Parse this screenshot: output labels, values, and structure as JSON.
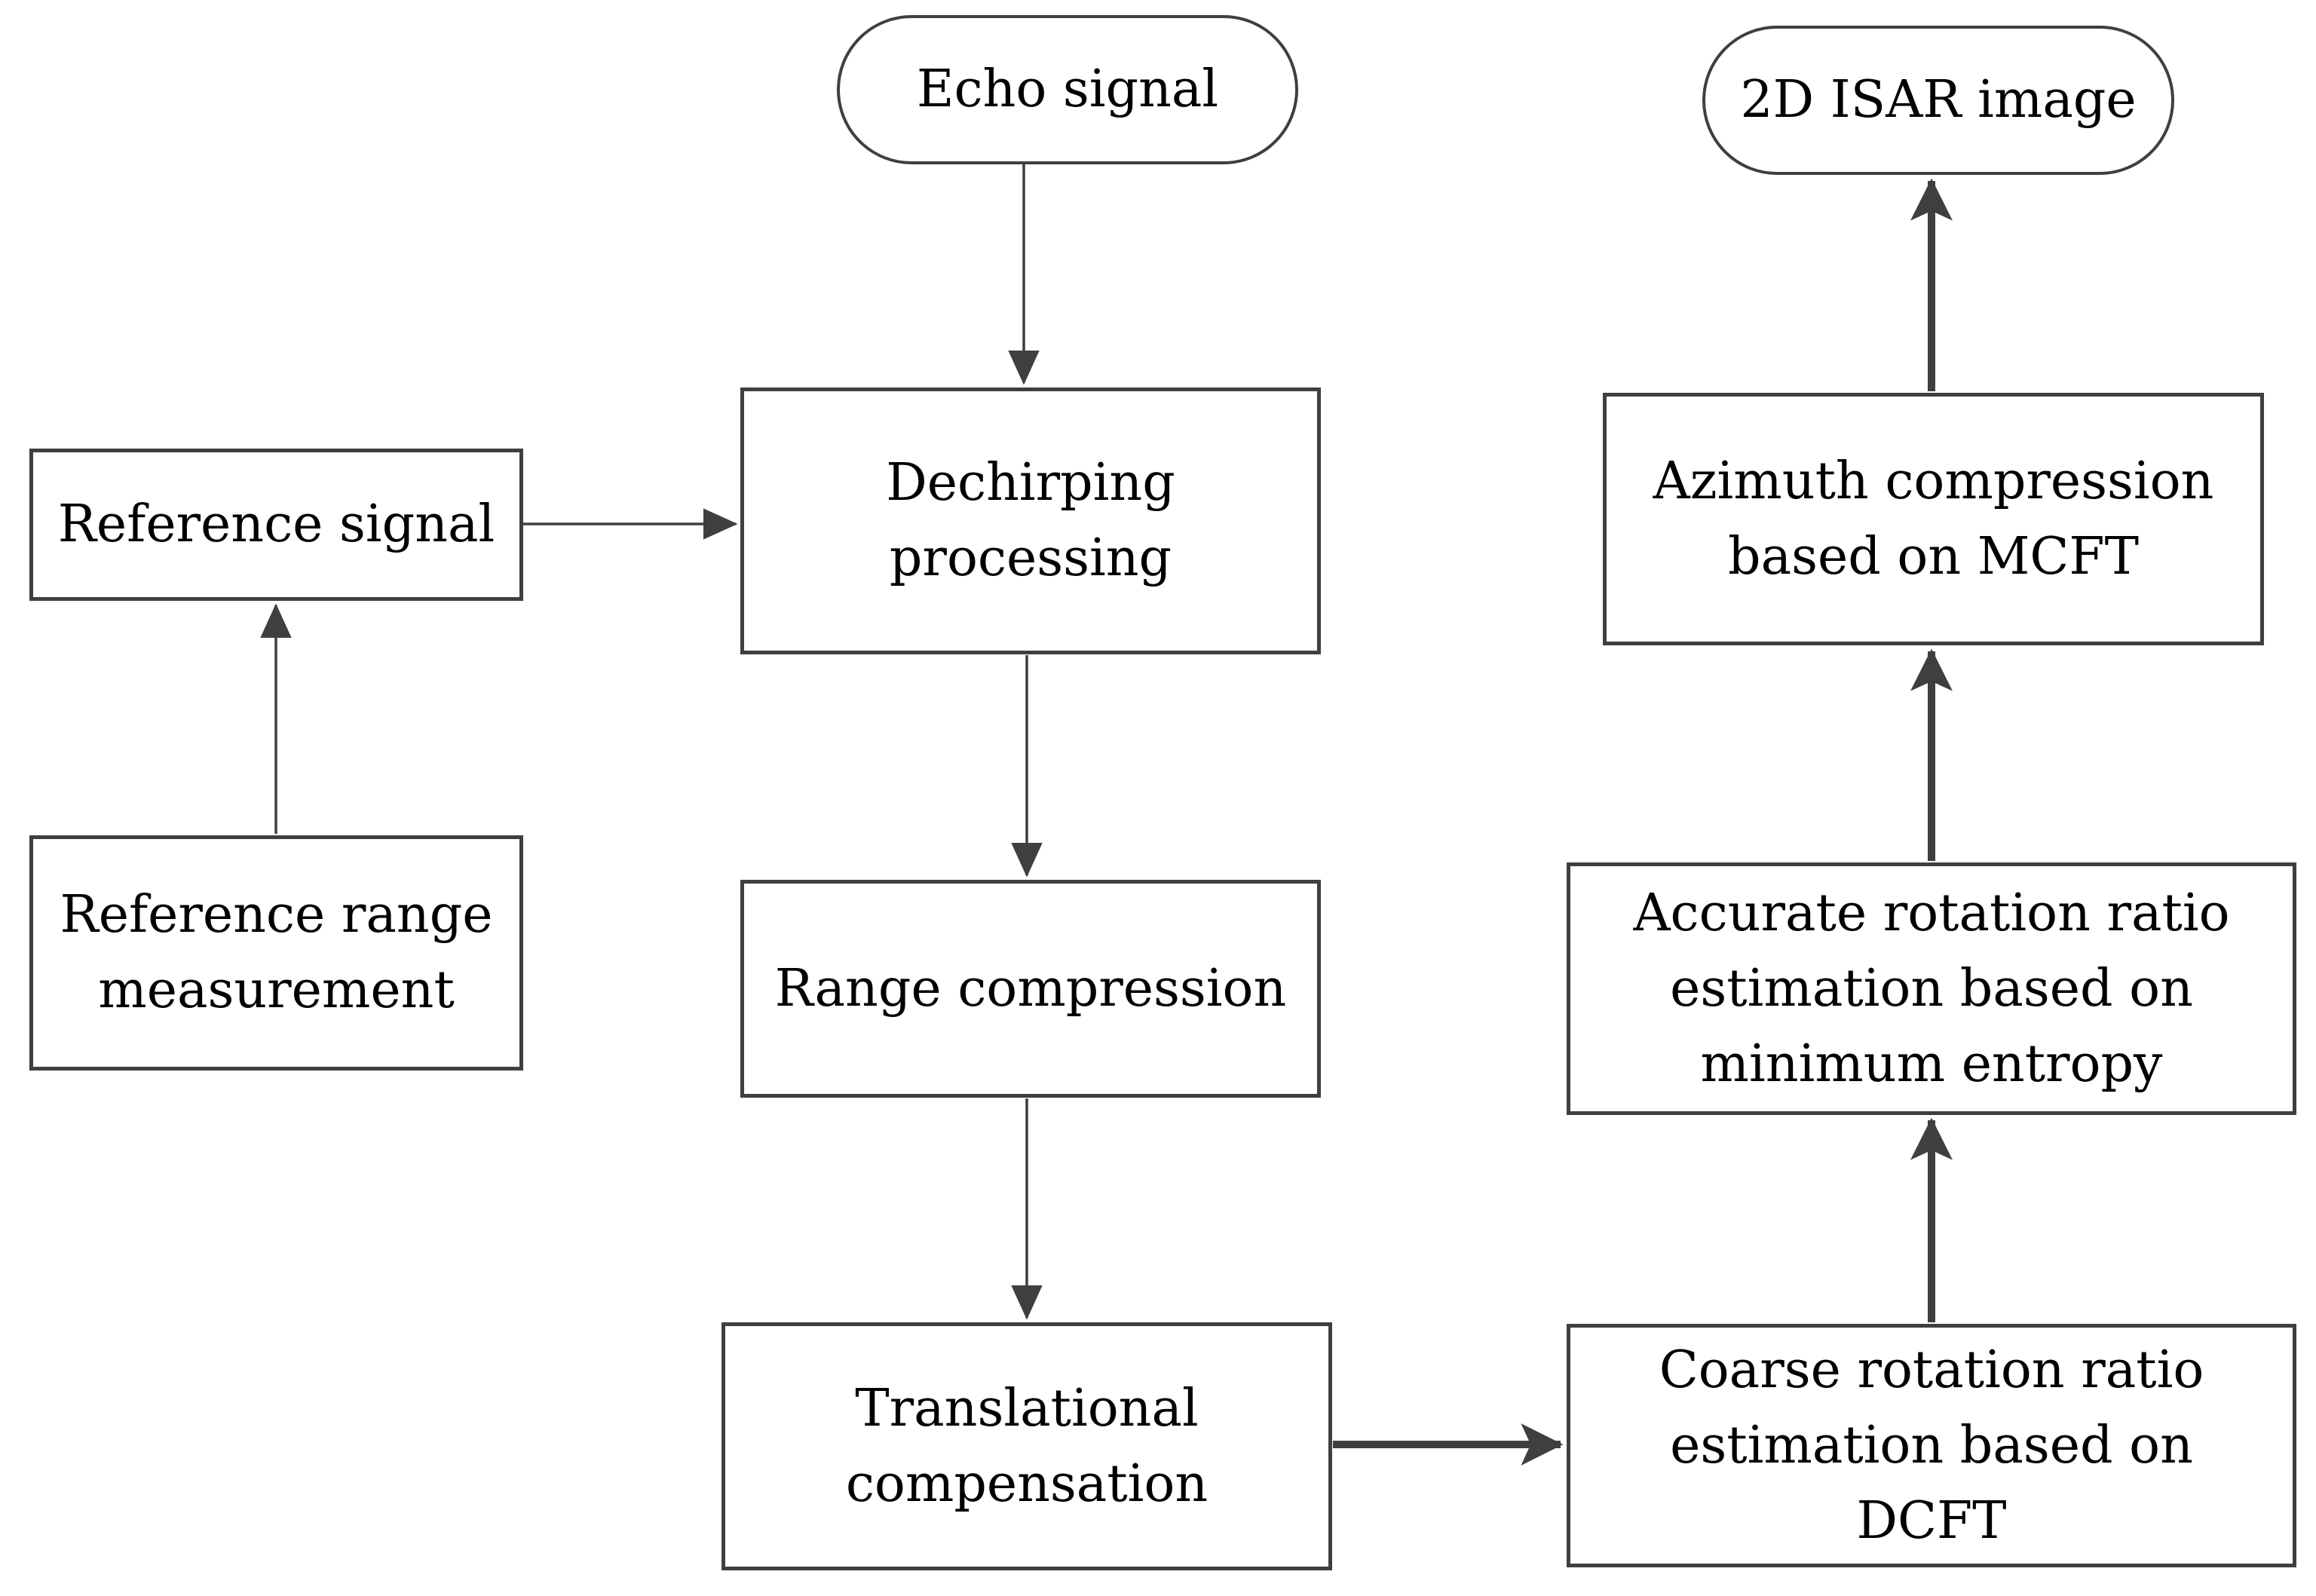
{
  "diagram_title": "",
  "colors": {
    "line": "#3f3f3f",
    "text": "#000000",
    "background": "#ffffff"
  },
  "nodes": {
    "echo_signal": {
      "shape": "stadium",
      "lines": [
        "Echo signal"
      ]
    },
    "isar_image": {
      "shape": "stadium",
      "lines": [
        "2D ISAR image"
      ]
    },
    "reference_signal": {
      "shape": "rect",
      "lines": [
        "Reference signal"
      ]
    },
    "reference_range": {
      "shape": "rect",
      "lines": [
        "Reference range",
        "measurement"
      ]
    },
    "dechirping": {
      "shape": "rect",
      "lines": [
        "Dechirping",
        "processing"
      ]
    },
    "range_compression": {
      "shape": "rect",
      "lines": [
        "Range compression"
      ]
    },
    "translational": {
      "shape": "rect",
      "lines": [
        "Translational",
        "compensation"
      ]
    },
    "coarse_rotation": {
      "shape": "rect",
      "lines": [
        "Coarse rotation ratio",
        "estimation based on",
        "DCFT"
      ]
    },
    "accurate_rotation": {
      "shape": "rect",
      "lines": [
        "Accurate rotation ratio",
        "estimation based on",
        "minimum entropy"
      ]
    },
    "azimuth_compression": {
      "shape": "rect",
      "lines": [
        "Azimuth compression",
        "based on MCFT"
      ]
    }
  },
  "edges": [
    {
      "from": "echo_signal",
      "to": "dechirping",
      "style": "thin"
    },
    {
      "from": "reference_range",
      "to": "reference_signal",
      "style": "thin"
    },
    {
      "from": "reference_signal",
      "to": "dechirping",
      "style": "thin"
    },
    {
      "from": "dechirping",
      "to": "range_compression",
      "style": "thin"
    },
    {
      "from": "range_compression",
      "to": "translational",
      "style": "thin"
    },
    {
      "from": "translational",
      "to": "coarse_rotation",
      "style": "thick"
    },
    {
      "from": "coarse_rotation",
      "to": "accurate_rotation",
      "style": "thick"
    },
    {
      "from": "accurate_rotation",
      "to": "azimuth_compression",
      "style": "thick"
    },
    {
      "from": "azimuth_compression",
      "to": "isar_image",
      "style": "thick"
    }
  ]
}
